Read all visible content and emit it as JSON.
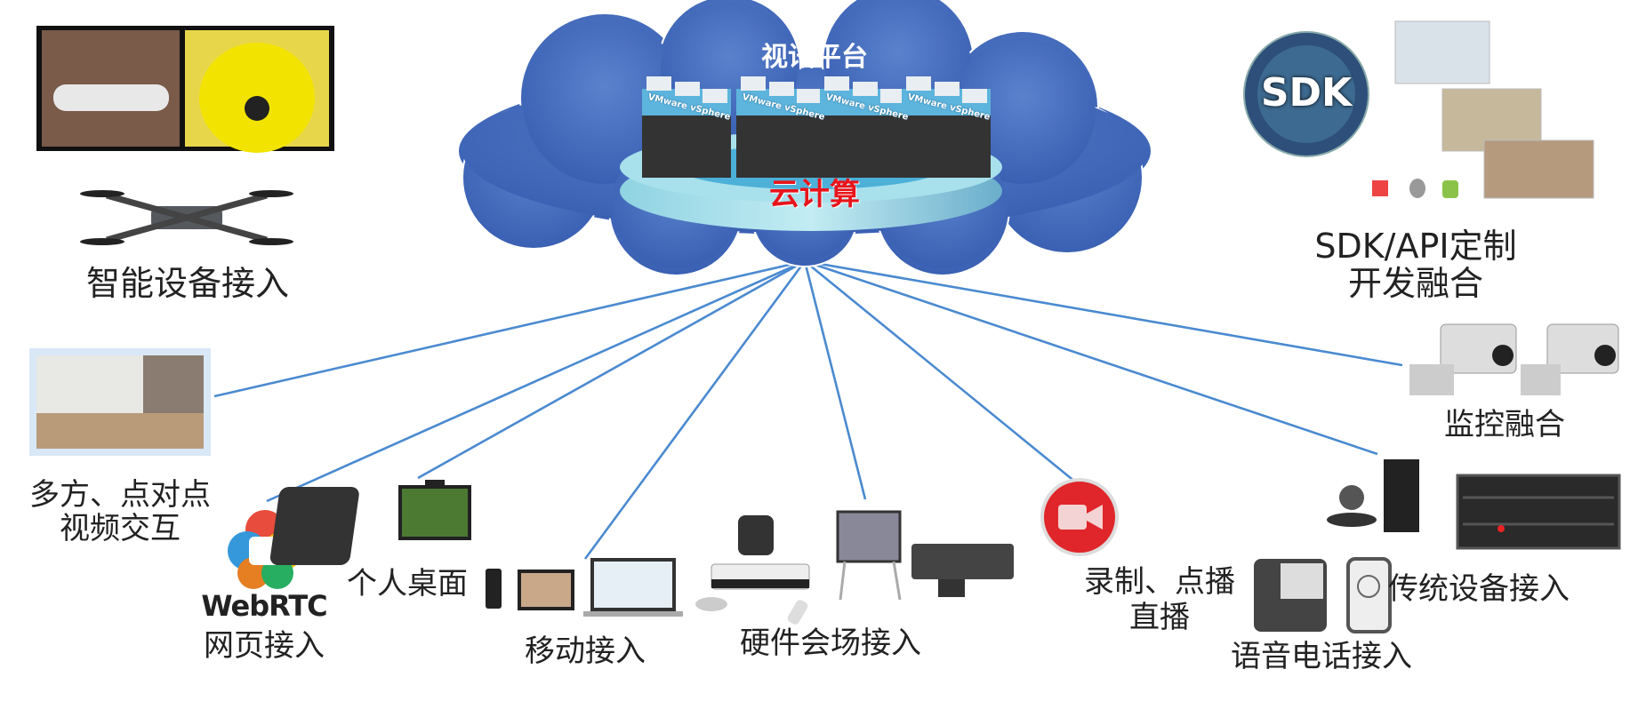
{
  "cloud": {
    "title": "视讯平台",
    "platform_label": "云计算",
    "server_label": "VMware vSphere",
    "color": "#4169b9"
  },
  "hub_line_color": "#4a8ad0",
  "nodes": {
    "smart_device": {
      "label": "智能设备接入"
    },
    "sdk": {
      "logo": "SDK",
      "label_line1": "SDK/API定制",
      "label_line2": "开发融合"
    },
    "multiparty": {
      "label_line1": "多方、点对点",
      "label_line2": "视频交互"
    },
    "webrtc": {
      "logo": "WebRTC",
      "label": "网页接入"
    },
    "desktop": {
      "label": "个人桌面"
    },
    "mobile": {
      "label": "移动接入"
    },
    "hardware": {
      "label": "硬件会场接入"
    },
    "recording": {
      "label_line1": "录制、点播",
      "label_line2": "直播",
      "accent": "#e0262a"
    },
    "surveillance": {
      "label": "监控融合"
    },
    "legacy": {
      "label": "传统设备接入"
    },
    "voice": {
      "label": "语音电话接入"
    }
  }
}
